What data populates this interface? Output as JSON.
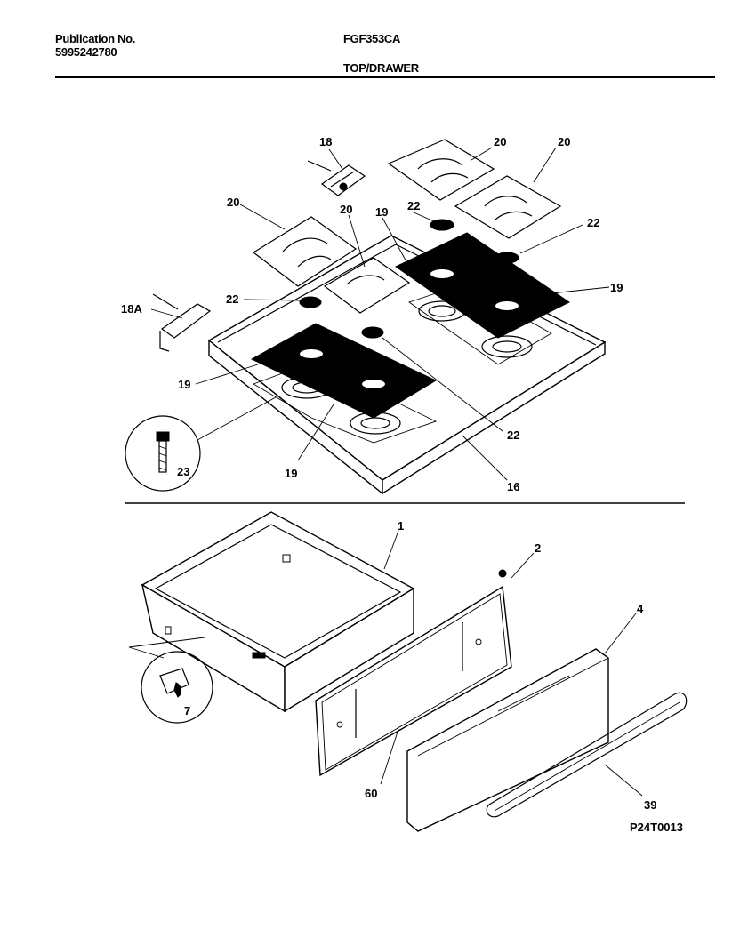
{
  "header": {
    "publication_label": "Publication No.",
    "publication_number": "5995242780",
    "model": "FGF353CA",
    "section": "TOP/DRAWER"
  },
  "callouts": {
    "c18": "18",
    "c18a": "18A",
    "c20a": "20",
    "c20b": "20",
    "c20c": "20",
    "c20d": "20",
    "c19a": "19",
    "c19b": "19",
    "c19c": "19",
    "c19d": "19",
    "c22a": "22",
    "c22b": "22",
    "c22c": "22",
    "c22d": "22",
    "c23": "23",
    "c16": "16",
    "c1": "1",
    "c2": "2",
    "c4": "4",
    "c7": "7",
    "c60": "60",
    "c39": "39"
  },
  "figure_code": "P24T0013"
}
